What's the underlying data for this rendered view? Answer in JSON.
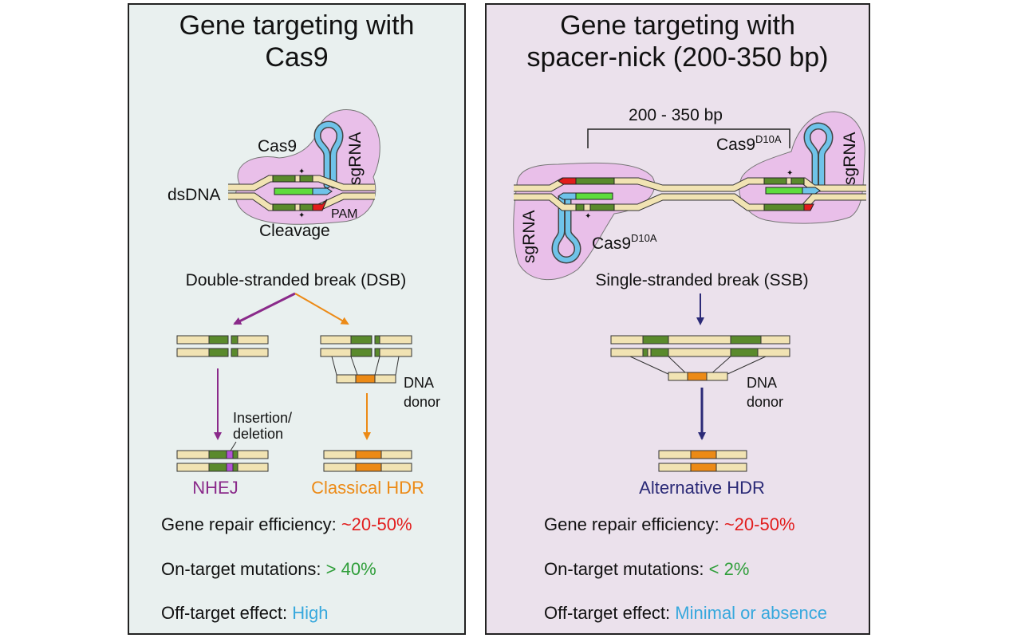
{
  "colors": {
    "left_bg": "#e9f0ef",
    "right_bg": "#ebe1ec",
    "strand": "#f1e3b3",
    "target": "#5a8a2c",
    "bright_green": "#5edc3d",
    "red": "#e21c1c",
    "blue": "#6fc3e9",
    "pink": "#e9bfe9",
    "purple": "#8a2a8a",
    "orange": "#ec8a16",
    "navy": "#2b2a77",
    "good_green": "#2f9e3a",
    "cyan": "#37a8dd",
    "bad_red": "#e21c1c"
  },
  "left": {
    "title_line1": "Gene targeting with",
    "title_line2": "Cas9",
    "cas9_label": "Cas9",
    "sgrna_label": "sgRNA",
    "dsdna_label": "dsDNA",
    "pam_label": "PAM",
    "cleavage_label": "Cleavage",
    "break_label": "Double-stranded break (DSB)",
    "donor_line1": "DNA",
    "donor_line2": "donor",
    "indel_line1": "Insertion/",
    "indel_line2": "deletion",
    "nhej_label": "NHEJ",
    "hdr_label": "Classical HDR",
    "efficiency_label": "Gene repair efficiency: ",
    "efficiency_value": "~20-50%",
    "ontarget_label": "On-target mutations: ",
    "ontarget_value": "> 40%",
    "offtarget_label": "Off-target effect: ",
    "offtarget_value": "High"
  },
  "right": {
    "title_line1": "Gene targeting with",
    "title_line2": "spacer-nick (200-350 bp)",
    "distance_label": "200 - 350 bp",
    "cas9_prefix": "Cas9",
    "cas9_superscript": "D10A",
    "sgrna_label": "sgRNA",
    "break_label": "Single-stranded break (SSB)",
    "donor_line1": "DNA",
    "donor_line2": "donor",
    "hdr_label": "Alternative HDR",
    "efficiency_label": "Gene repair efficiency: ",
    "efficiency_value": "~20-50%",
    "ontarget_label": "On-target mutations: ",
    "ontarget_value": "< 2%",
    "offtarget_label": "Off-target effect: ",
    "offtarget_value": "Minimal or absence"
  }
}
